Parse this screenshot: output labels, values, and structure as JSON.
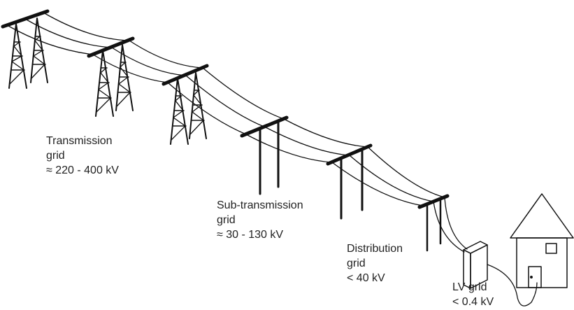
{
  "labels": {
    "transmission": {
      "line1": "Transmission",
      "line2": "grid",
      "line3": "≈ 220 - 400 kV"
    },
    "subtransmission": {
      "line1": "Sub-transmission",
      "line2": "grid",
      "line3": "≈ 30 - 130 kV"
    },
    "distribution": {
      "line1": "Distribution",
      "line2": "grid",
      "line3": "< 40 kV"
    },
    "lv": {
      "line1": "LV grid",
      "line2": "< 0.4 kV"
    }
  },
  "colors": {
    "line": "#111111",
    "background": "#ffffff"
  }
}
